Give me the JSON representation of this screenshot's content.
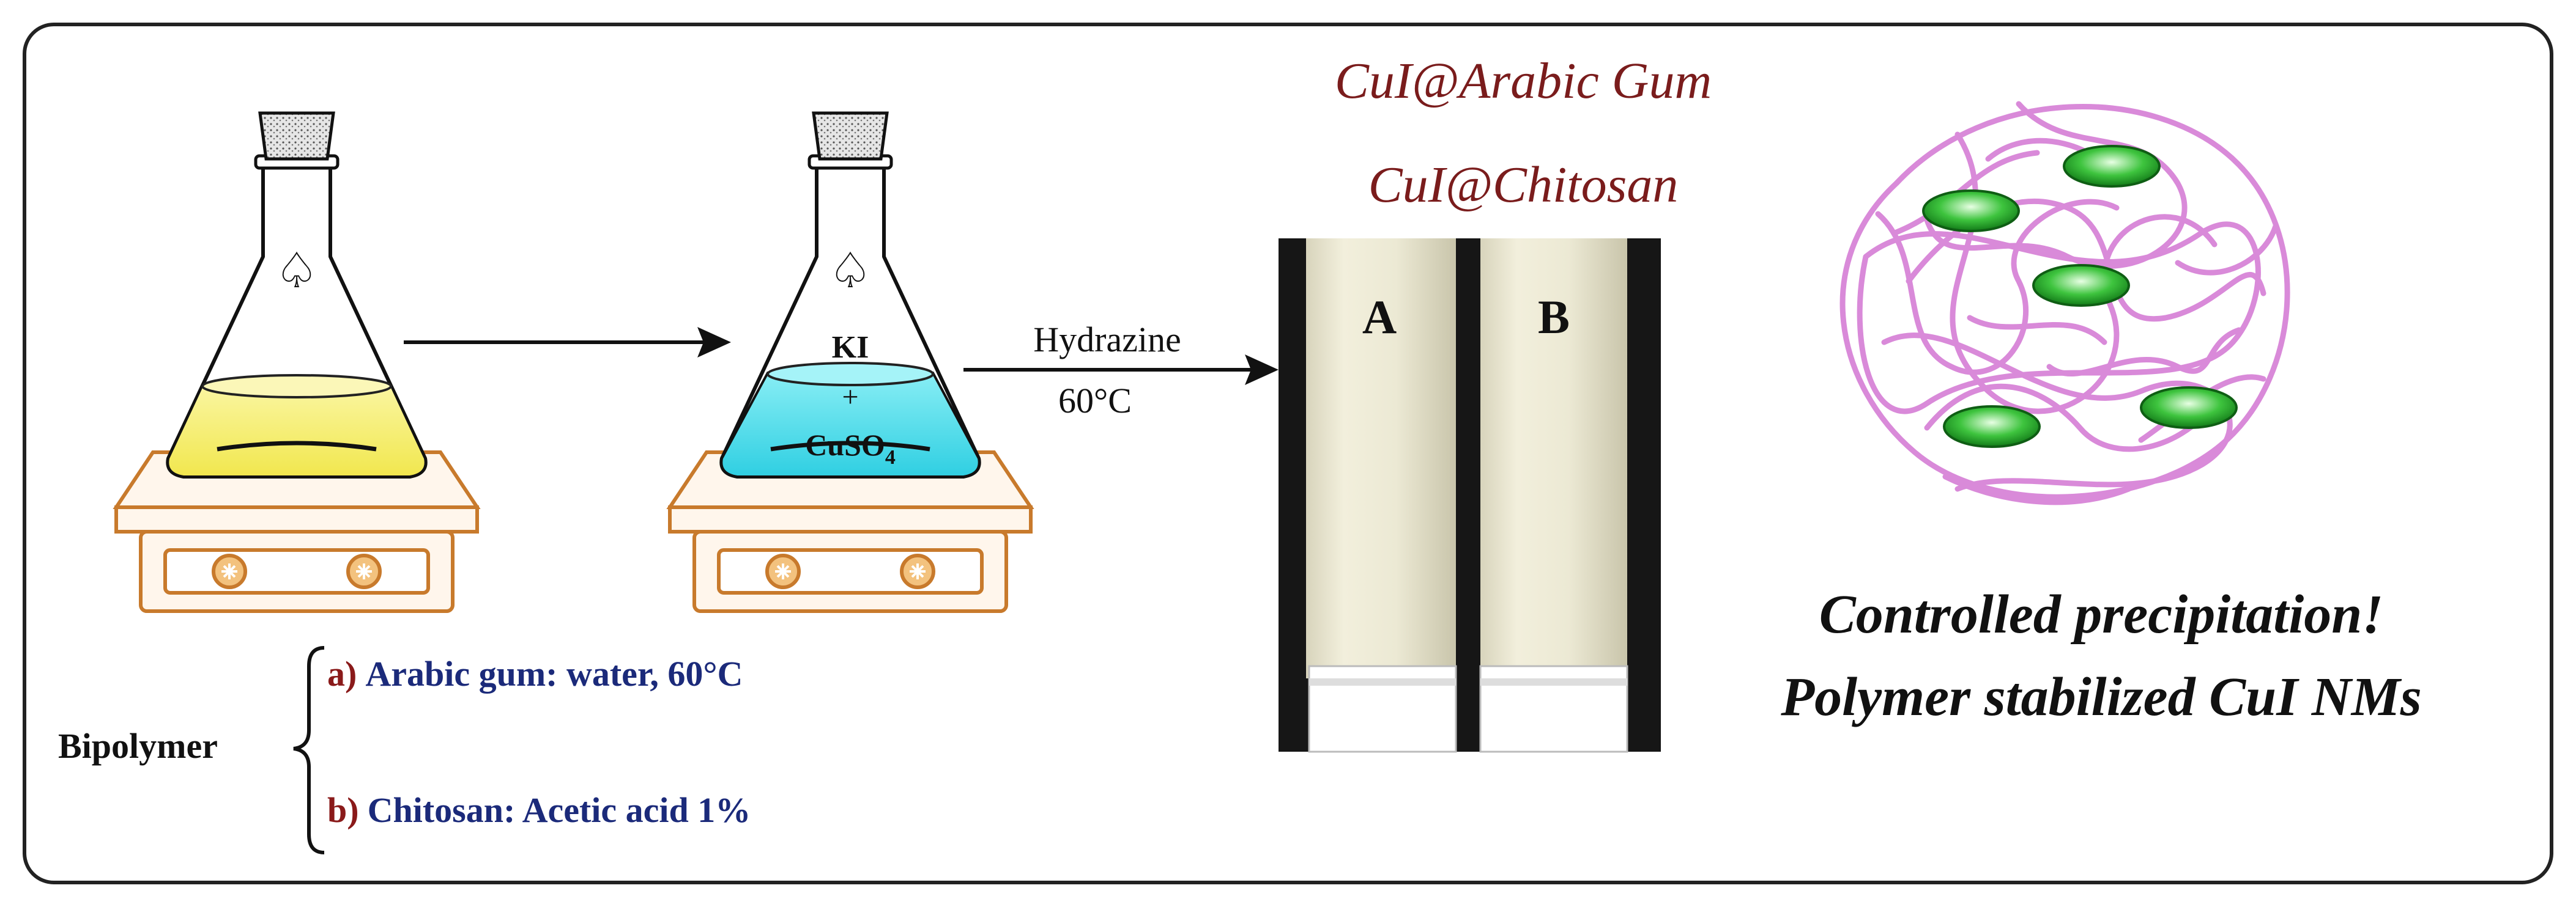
{
  "flask_labels": {
    "reagent_top": "KI",
    "plus": "+",
    "reagent_bottom_main": "CuSO",
    "reagent_bottom_sub": "4"
  },
  "reaction": {
    "reagent": "Hydrazine",
    "temperature": "60°C"
  },
  "products": {
    "title_1": "CuI@Arabic Gum",
    "title_2": "CuI@Chitosan",
    "tube_a": "A",
    "tube_b": "B"
  },
  "biopolymer": {
    "label": "Bipolymer",
    "option_a_prefix": "a)",
    "option_a_text": "Arabic gum: water, 60°C",
    "option_b_prefix": "b)",
    "option_b_text": "Chitosan: Acetic acid 1%"
  },
  "conclusion": {
    "line_1": "Controlled precipitation!",
    "line_2": "Polymer stabilized CuI NMs"
  },
  "colors": {
    "frame": "#222222",
    "arrow": "#111111",
    "hotplate": "#c87a2c",
    "yellow_solution": "#f4ee6a",
    "cyan_solution": "#3fd6e6",
    "product_title": "#7a1c1c",
    "option_text": "#1b2a7a",
    "option_prefix": "#8a1a1a",
    "polymer": "#d98ad9",
    "nanoparticle": "#27b02b"
  }
}
